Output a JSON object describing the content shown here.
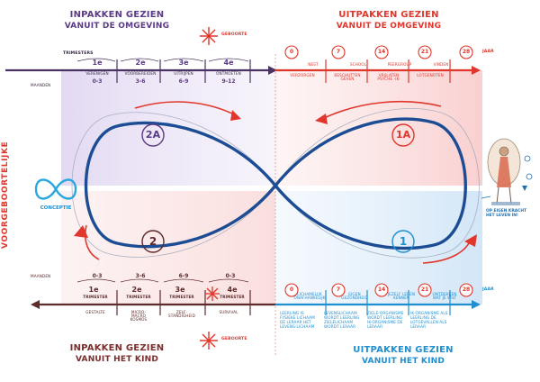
{
  "top_left": {
    "title_line1": "INPAKKEN GEZIEN",
    "title_line2": "VANUIT DE OMGEVING",
    "trimesters_label": "TRIMESTERS",
    "maanden_label": "MAANDEN",
    "columns": [
      {
        "ordinal": "1e",
        "caption": "VERENIGEN",
        "range": "0-3"
      },
      {
        "ordinal": "2e",
        "caption": "VOORBEREIDEN",
        "range": "3-6"
      },
      {
        "ordinal": "3e",
        "caption": "UITRIJPEN",
        "range": "6-9"
      },
      {
        "ordinal": "4e",
        "caption": "ONTMOETEN",
        "range": "9-12"
      }
    ]
  },
  "birth_top": "GEBOORTE",
  "top_right": {
    "title_line1": "UITPAKKEN GEZIEN",
    "title_line2": "VANUIT DE OMGEVING",
    "jaar_label": "JAAR",
    "milestones": [
      {
        "age": "0",
        "label_above": "",
        "label_below": "VERZORGEN"
      },
      {
        "age": "7",
        "label_above": "NEST",
        "label_below": "BESCHUTTEN GEVEN"
      },
      {
        "age": "14",
        "label_above": "SCHOOL",
        "label_below": "VRIJLATEN PSYCHE -IK-"
      },
      {
        "age": "21",
        "label_above": "PEERGROUP",
        "label_below": "LOTGENOTEN"
      },
      {
        "age": "28",
        "label_above": "VINDEN",
        "label_below": ""
      }
    ]
  },
  "center": {
    "left_vertical": "VOORGEBOORTELIJKE",
    "conceptie": "CONCEPTIE",
    "loop_2a": "2A",
    "loop_1a": "1A",
    "loop_2": "2",
    "loop_1": "1",
    "figure_caption": "OP EIGEN KRACHT HET LEVEN IN!"
  },
  "bottom_left": {
    "title_line1": "INPAKKEN GEZIEN",
    "title_line2": "VANUIT HET KIND",
    "maanden_label": "MAANDEN",
    "columns": [
      {
        "range": "0-3",
        "ordinal": "1e",
        "trimester": "TRIMESTER",
        "caption": "GESTALTE"
      },
      {
        "range": "3-6",
        "ordinal": "2e",
        "trimester": "TRIMESTER",
        "caption": "MICRO-MACRO KOSMOS"
      },
      {
        "range": "6-9",
        "ordinal": "3e",
        "trimester": "TRIMESTER",
        "caption": "ZELF-STANDIGHEID"
      },
      {
        "range": "0-3",
        "ordinal": "4e",
        "trimester": "TRIMESTER",
        "caption": "SURVIVAL"
      }
    ]
  },
  "birth_bottom": "GEBOORTE",
  "bottom_right": {
    "title_line1": "UITPAKKEN GEZIEN",
    "title_line2": "VANUIT HET KIND",
    "jaar_label": "JAAR",
    "milestones": [
      {
        "age": "0",
        "label_above": "LICHAMELIJK ONAFHANKELIJK",
        "label_below": "LEERLING IS FYSIEKE LICHAAM DE LERAAR HET LEVENS-LICHAAM"
      },
      {
        "age": "7",
        "label_above": "EIGEN GEZONDHEID",
        "label_below": "LEVENSLICHAAM WORDT LEERLING ZIELELICHAAM WORDT LERAAR"
      },
      {
        "age": "14",
        "label_above": "JEZELF LEREN KENNEN",
        "label_below": "ZIELE-ORGANISME WORDT LEERLING IK-ORGANISME DE LERAAR"
      },
      {
        "age": "21",
        "label_above": "ONTDEKKEN WAT JE WILT",
        "label_below": "IK-ORGANISME ALS LEERLING DE LOTGEVALLEN ALS LERAAR"
      },
      {
        "age": "28",
        "label_above": "",
        "label_below": ""
      }
    ]
  },
  "colors": {
    "purple": "#5b3a86",
    "red": "#e1362c",
    "blue": "#1f8fd0",
    "navy": "#1c4d94",
    "lilac_band": "#d6c9ec",
    "pink_band": "#f8c9c9",
    "lightblue_band": "#cde3f6"
  }
}
